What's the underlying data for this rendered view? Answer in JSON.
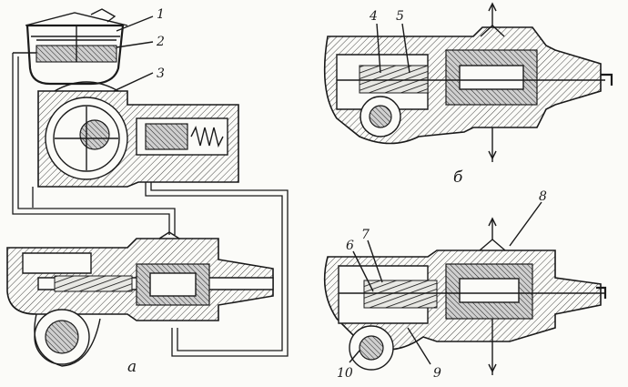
{
  "diagram": {
    "part_labels": [
      "1",
      "2",
      "3",
      "4",
      "5",
      "6",
      "7",
      "8",
      "9",
      "10"
    ],
    "view_captions": [
      "a",
      "б"
    ]
  }
}
